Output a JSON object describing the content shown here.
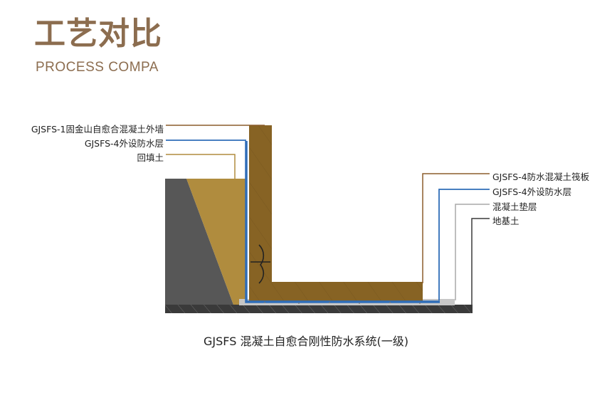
{
  "header": {
    "title": "工艺对比",
    "subtitle": "PROCESS COMPA"
  },
  "diagram": {
    "left_labels": [
      "GJSFS-1固金山自愈合混凝土外墙",
      "GJSFS-4外设防水层",
      "回填土"
    ],
    "right_labels": [
      "GJSFS-4防水混凝土筏板",
      "GJSFS-4外设防水层",
      "混凝土垫层",
      "地基土"
    ],
    "caption": "GJSFS 混凝土自愈合刚性防水系统(一级)"
  },
  "colors": {
    "brand": "#8c6d4f",
    "concrete": "#876324",
    "backfill": "#b08c3e",
    "soil": "#575757",
    "membrane": "#2f6db8",
    "cushion": "#c7c7c7",
    "ground": "#3a3a3a"
  }
}
